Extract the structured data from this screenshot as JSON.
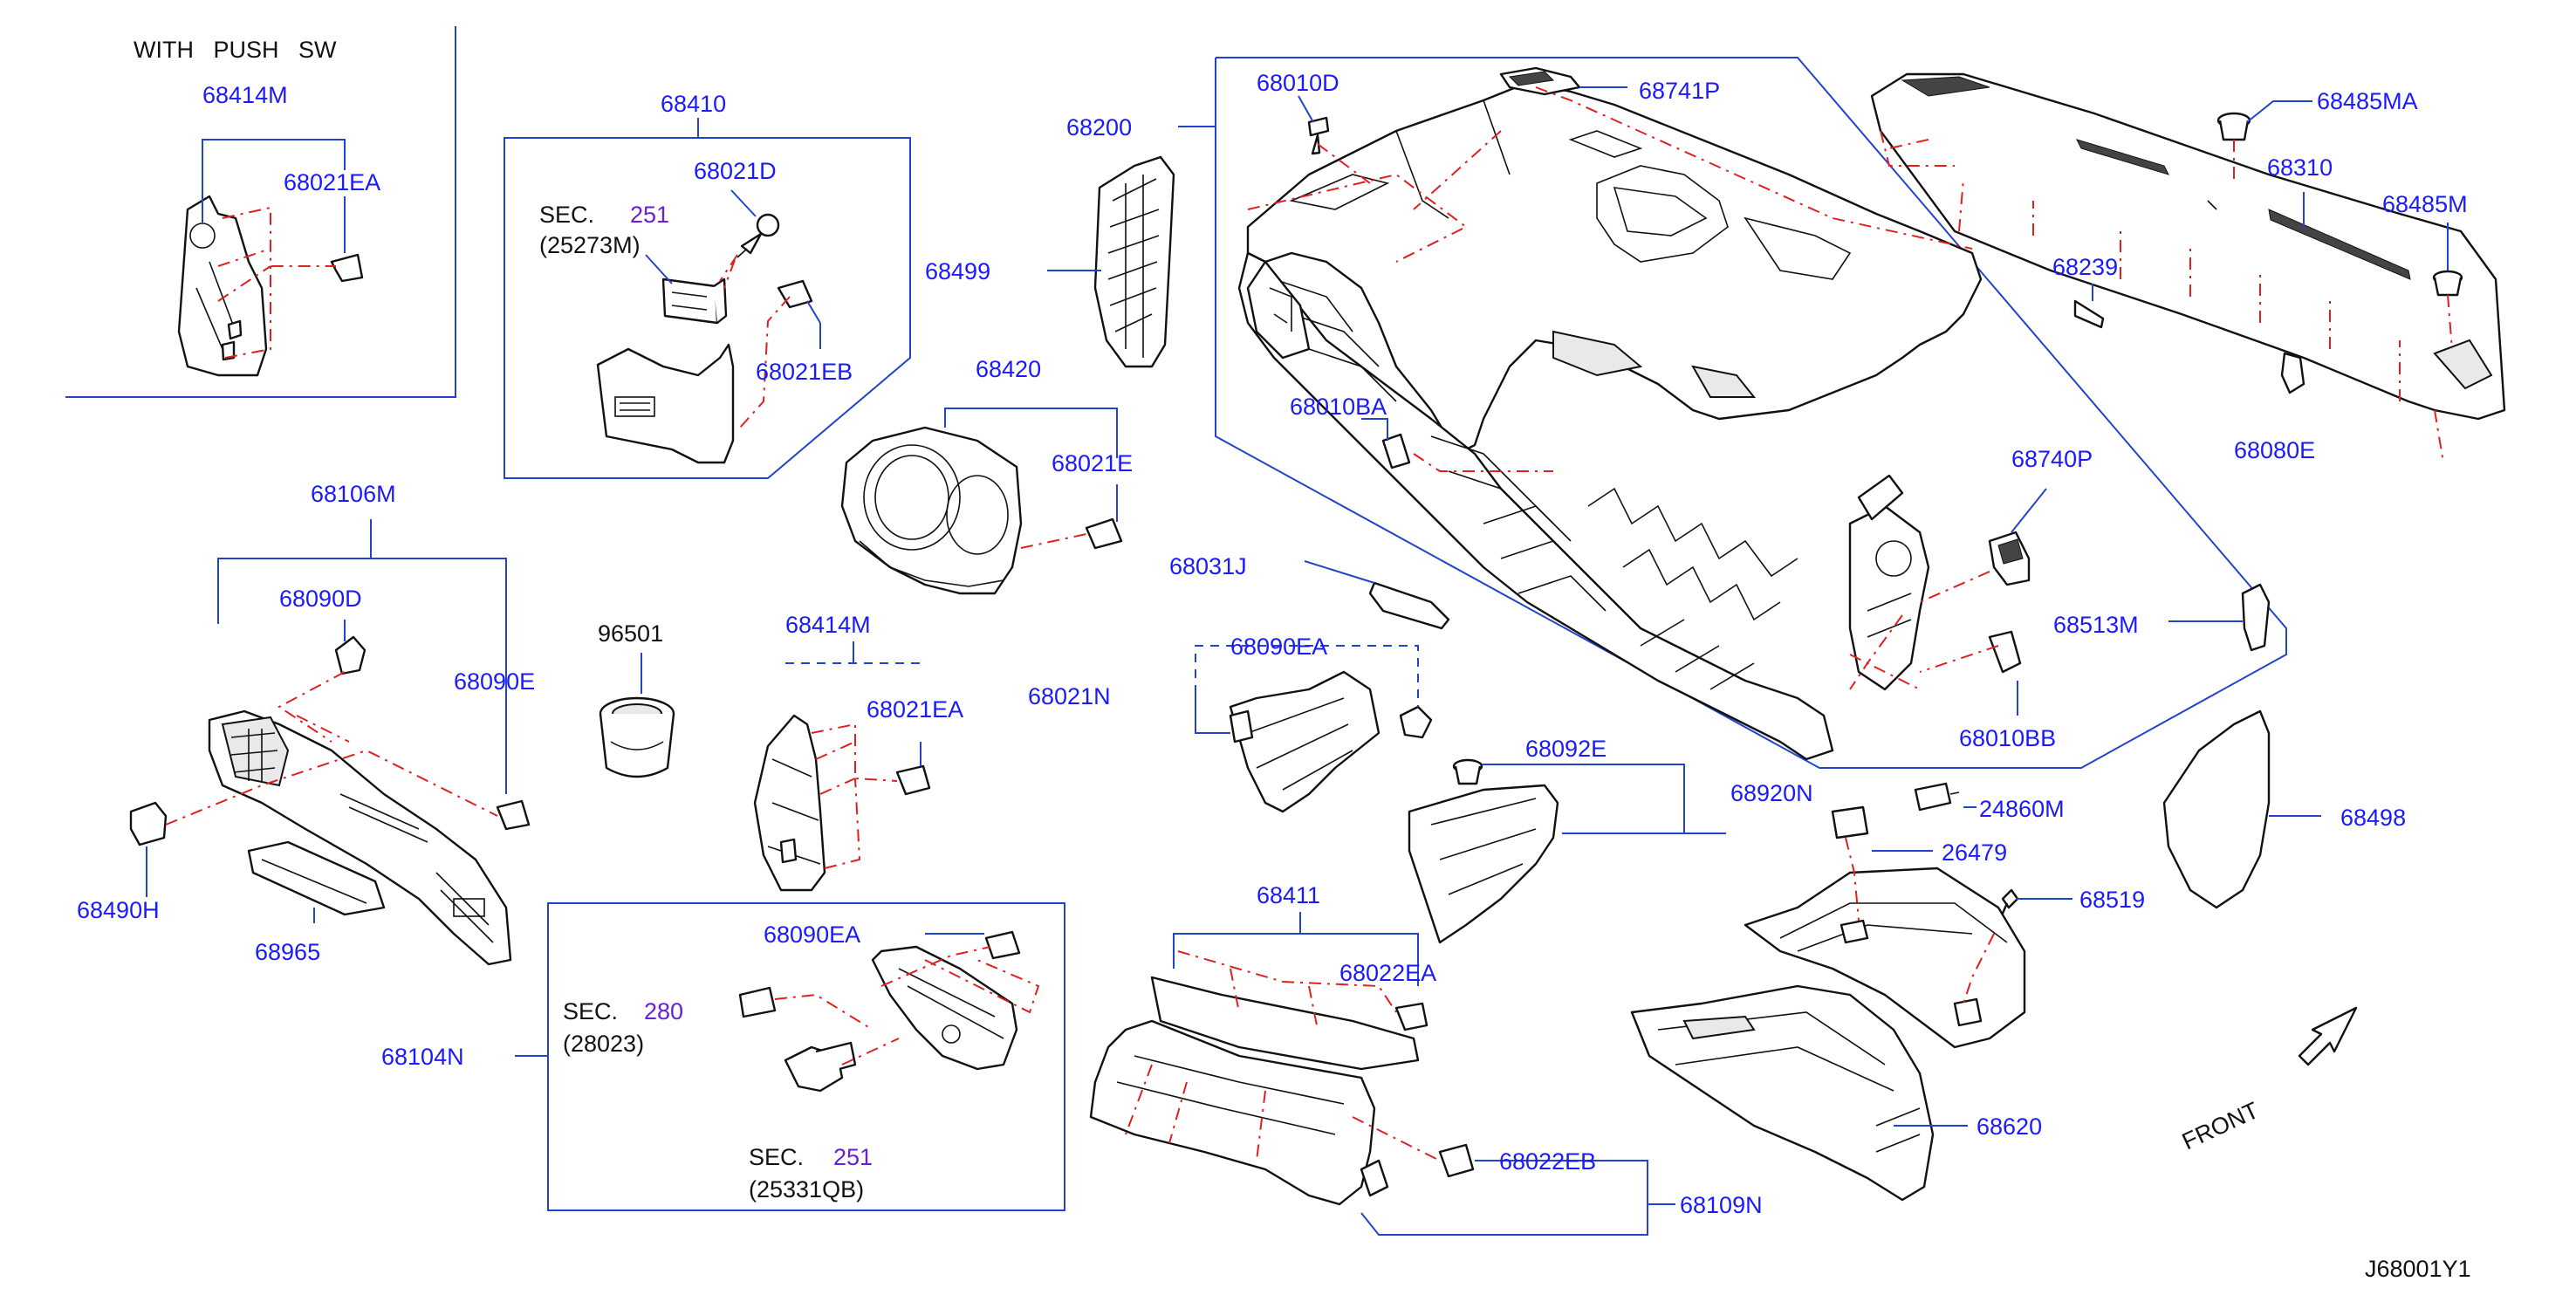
{
  "diagram_id": "J68001Y1",
  "front_indicator": "FRONT",
  "groups": {
    "push_sw_box": {
      "title": "WITH   PUSH   SW"
    }
  },
  "labels": {
    "l68414M_top": "68414M",
    "l68021EA_top": "68021EA",
    "l68410": "68410",
    "l68021D": "68021D",
    "sec_a_prefix": "SEC.",
    "sec_a_num": "251",
    "sec_a_ref": "(25273M)",
    "l68021EB": "68021EB",
    "l68200": "68200",
    "l68499": "68499",
    "l68010D": "68010D",
    "l68741P": "68741P",
    "l68485MA": "68485MA",
    "l68310": "68310",
    "l68485M": "68485M",
    "l68239": "68239",
    "l68080E": "68080E",
    "l68420": "68420",
    "l68021E": "68021E",
    "l68010BA": "68010BA",
    "l68740P": "68740P",
    "l68106M": "68106M",
    "l68090D": "68090D",
    "l68090E": "68090E",
    "l96501": "96501",
    "l68414M_mid": "68414M",
    "l68021EA_mid": "68021EA",
    "l68031J": "68031J",
    "l68090EA_mid": "68090EA",
    "l68021N": "68021N",
    "l68513M": "68513M",
    "l68010BB": "68010BB",
    "l68092E": "68092E",
    "l68920N": "68920N",
    "l24860M": "24860M",
    "l26479": "26479",
    "l68519": "68519",
    "l68498": "68498",
    "l68490H": "68490H",
    "l68965": "68965",
    "l68104N": "68104N",
    "l68090EA_bot": "68090EA",
    "sec_b_prefix": "SEC.",
    "sec_b_num": "280",
    "sec_b_ref": "(28023)",
    "sec_c_prefix": "SEC.",
    "sec_c_num": "251",
    "sec_c_ref": "(25331QB)",
    "l68411": "68411",
    "l68022EA": "68022EA",
    "l68022EB": "68022EB",
    "l68109N": "68109N",
    "l68620": "68620"
  },
  "colors": {
    "part_number": "#1a1aff",
    "section_number": "#6a1fd1",
    "leader_line": "#2244cc",
    "hidden_line": "#e02020",
    "outline": "#111111"
  }
}
